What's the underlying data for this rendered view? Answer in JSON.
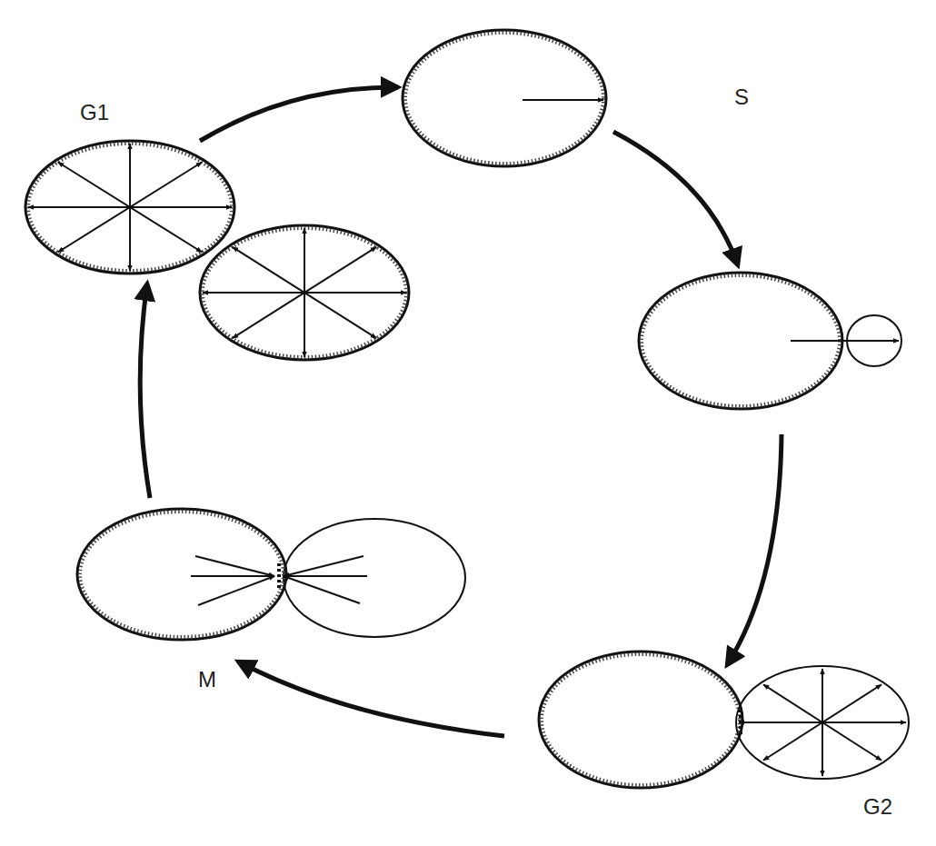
{
  "diagram": {
    "labels": [
      "G1",
      "S",
      "M",
      "G2"
    ]
  }
}
